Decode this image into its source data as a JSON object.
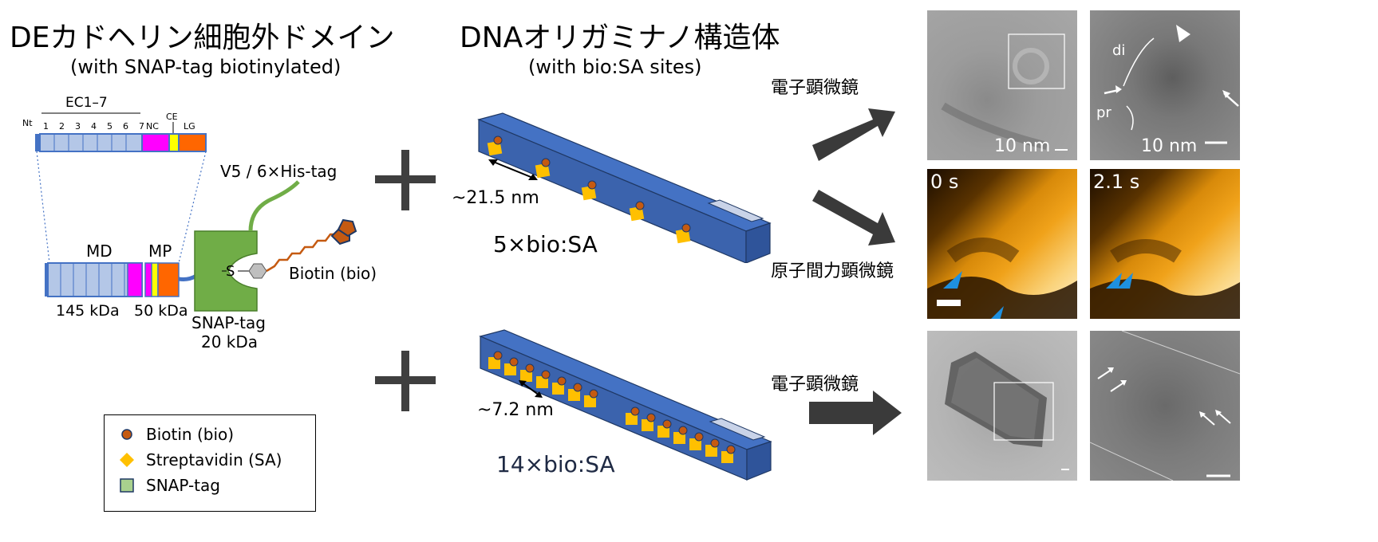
{
  "left": {
    "title": "DEカドヘリン細胞外ドメイン",
    "subtitle": "(with SNAP-tag biotinylated)",
    "domain_bar": {
      "ec_label": "EC1–7",
      "nt_label": "Nt",
      "ce_label": "CE",
      "numbers": [
        "1",
        "2",
        "3",
        "4",
        "5",
        "6",
        "7"
      ],
      "nc_label": "NC",
      "lg_label": "LG"
    },
    "md_label": "MD",
    "mp_label": "MP",
    "md_mass": "145 kDa",
    "mp_mass": "50 kDa",
    "snap_label": "SNAP-tag",
    "snap_mass": "20 kDa",
    "tag_label": "V5 / 6×His-tag",
    "biotin_label": "Biotin (bio)",
    "s_label": "S",
    "legend": {
      "biotin": "Biotin (bio)",
      "streptavidin": "Streptavidin (SA)",
      "snap": "SNAP-tag"
    }
  },
  "middle": {
    "title": "DNAオリガミナノ構造体",
    "subtitle": "(with bio:SA sites)",
    "top_spacing": "~21.5 nm",
    "top_count": "5×bio:SA",
    "bottom_spacing": "~7.2 nm",
    "bottom_count": "14×bio:SA"
  },
  "right": {
    "em_label_top": "電子顕微鏡",
    "afm_label": "原子間力顕微鏡",
    "em_label_bottom": "電子顕微鏡",
    "em1_scale": "10 nm",
    "em2_scale": "10 nm",
    "em2_di": "di",
    "em2_pr": "pr",
    "afm1_time": "0 s",
    "afm2_time": "2.1 s"
  },
  "colors": {
    "ec_blue": "#b4c7e7",
    "ec_border": "#4472c4",
    "nc_magenta": "#ff00ff",
    "ce_yellow": "#ffff00",
    "lg_orange": "#ff6600",
    "snap_green": "#70ad47",
    "origami_blue": "#4472c4",
    "sa_yellow": "#ffc000",
    "biotin_brown": "#c55a11",
    "arrow_gray": "#3a3a3a",
    "afm_orange": "#e8960a"
  }
}
